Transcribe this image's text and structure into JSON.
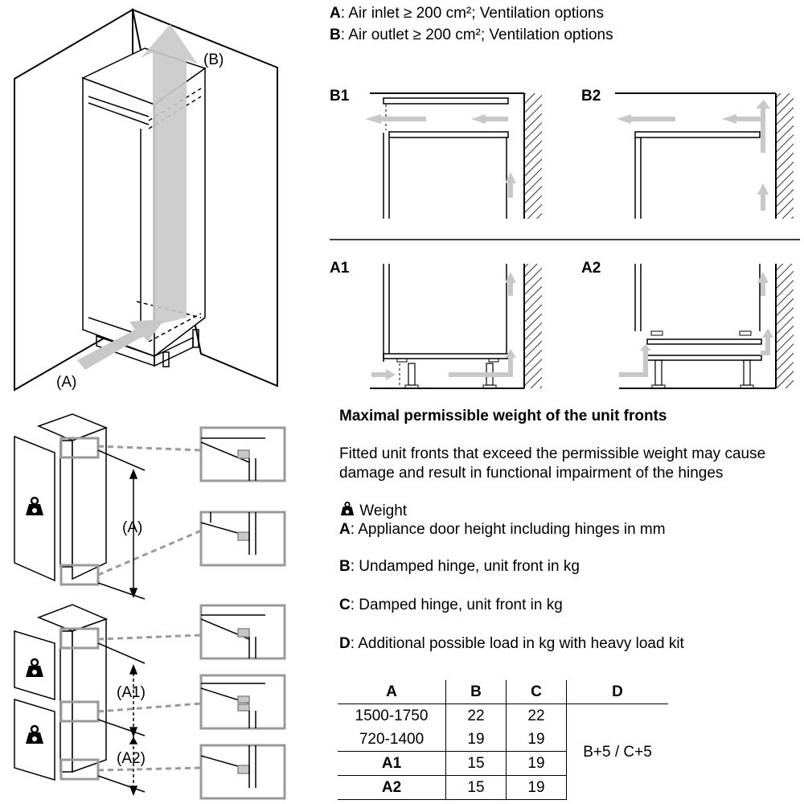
{
  "legend": {
    "a_key": "A",
    "a_text": ": Air inlet ≥ 200 cm²; Ventilation options",
    "b_key": "B",
    "b_text": ": Air outlet ≥ 200 cm²; Ventilation options"
  },
  "main_drawing": {
    "label_b": "(B)",
    "label_a": "(A)"
  },
  "panels": {
    "b1": "B1",
    "b2": "B2",
    "a1": "A1",
    "a2": "A2"
  },
  "hinge_drawing": {
    "label_a": "(A)",
    "label_a1": "(A1)",
    "label_a2": "(A2)"
  },
  "weight_section": {
    "heading": "Maximal permissible weight of the unit fronts",
    "description": "Fitted unit fronts that exceed the permissible weight may cause damage and result in functional impairment of the hinges",
    "weight_label": "Weight",
    "weight_icon": "weight-icon",
    "items": [
      {
        "key": "A",
        "text": ": Appliance door height including hinges in mm"
      },
      {
        "key": "B",
        "text": ": Undamped hinge, unit front in kg"
      },
      {
        "key": "C",
        "text": ": Damped hinge, unit front in kg"
      },
      {
        "key": "D",
        "text": ": Additional possible load in kg with heavy load kit"
      }
    ]
  },
  "table": {
    "headers": [
      "A",
      "B",
      "C",
      "D"
    ],
    "rows": [
      {
        "a": "1500-1750",
        "b": "22",
        "c": "22"
      },
      {
        "a": "720-1400",
        "b": "19",
        "c": "19"
      },
      {
        "a": "A1",
        "b": "15",
        "c": "19"
      },
      {
        "a": "A2",
        "b": "15",
        "c": "19"
      }
    ],
    "d_value": "B+5 / C+5"
  },
  "colors": {
    "arrow_gray": "#c8c8c8",
    "callout_gray": "#9a9a9a",
    "line": "#000000"
  }
}
